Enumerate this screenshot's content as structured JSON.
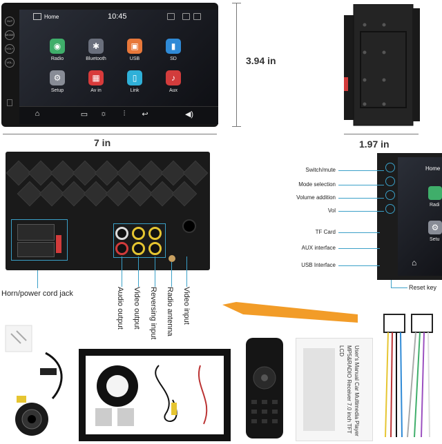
{
  "front": {
    "side_buttons": [
      "OUT",
      "MODE",
      "VOL+",
      "VOL-"
    ],
    "status": {
      "home": "Home",
      "time": "10:45"
    },
    "apps": [
      {
        "label": "Radio",
        "color": "#3fae6a",
        "glyph": "📻"
      },
      {
        "label": "Bluetooth",
        "color": "#6a6f7c",
        "glyph": "✱"
      },
      {
        "label": "USB",
        "color": "#e8783a",
        "glyph": "⌸"
      },
      {
        "label": "SD",
        "color": "#2f8ad6",
        "glyph": "▮"
      },
      {
        "label": "Setup",
        "color": "#888c96",
        "glyph": "⚙"
      },
      {
        "label": "Av in",
        "color": "#d83b3b",
        "glyph": "▦"
      },
      {
        "label": "Link",
        "color": "#2fb0d8",
        "glyph": "▯"
      },
      {
        "label": "Aux",
        "color": "#d23c3c",
        "glyph": "♪"
      }
    ],
    "dock": [
      "⌂",
      "▭",
      "☼",
      "⫶",
      "↩",
      "◀)"
    ]
  },
  "dimensions": {
    "height": "3.94 in",
    "width": "7 in",
    "depth": "1.97 in"
  },
  "rear": {
    "horn_label": "Horn/power cord jack",
    "ports": [
      "Audio output",
      "Video output",
      "Reversing input",
      "Radio antenna",
      "Video input"
    ]
  },
  "diagram": {
    "labels": [
      "Switch/mute",
      "Mode selection",
      "Volume addition",
      "Vol",
      "TF Card",
      "AUX interface",
      "USB Interface"
    ],
    "reset": "Reset key",
    "home": "Home",
    "apps": [
      "Radi",
      "Setu"
    ]
  },
  "accessories": {
    "manual_lines": [
      "User's Manual",
      "Car Multimedia Player",
      "MP5&RADIO Receiver",
      "7.0 inch TFT LCD"
    ]
  }
}
